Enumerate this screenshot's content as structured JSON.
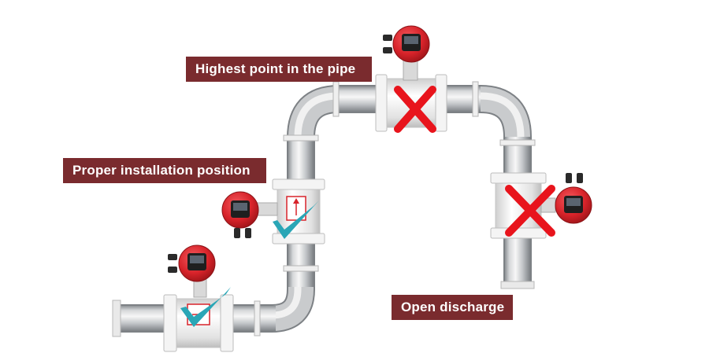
{
  "labels": {
    "highest_point": "Highest point in the pipe",
    "proper_position": "Proper installation position",
    "open_discharge": "Open discharge"
  },
  "icons": {
    "correct": "check-mark-icon",
    "incorrect": "cross-mark-icon"
  },
  "colors": {
    "label_bg": "#7a2b2e",
    "label_text": "#ffffff",
    "pipe": "#c9cbcd",
    "flange": "#f2f2f2",
    "meter_head": "#d8232a",
    "check": "#2aa6b6",
    "cross": "#e8141c"
  }
}
